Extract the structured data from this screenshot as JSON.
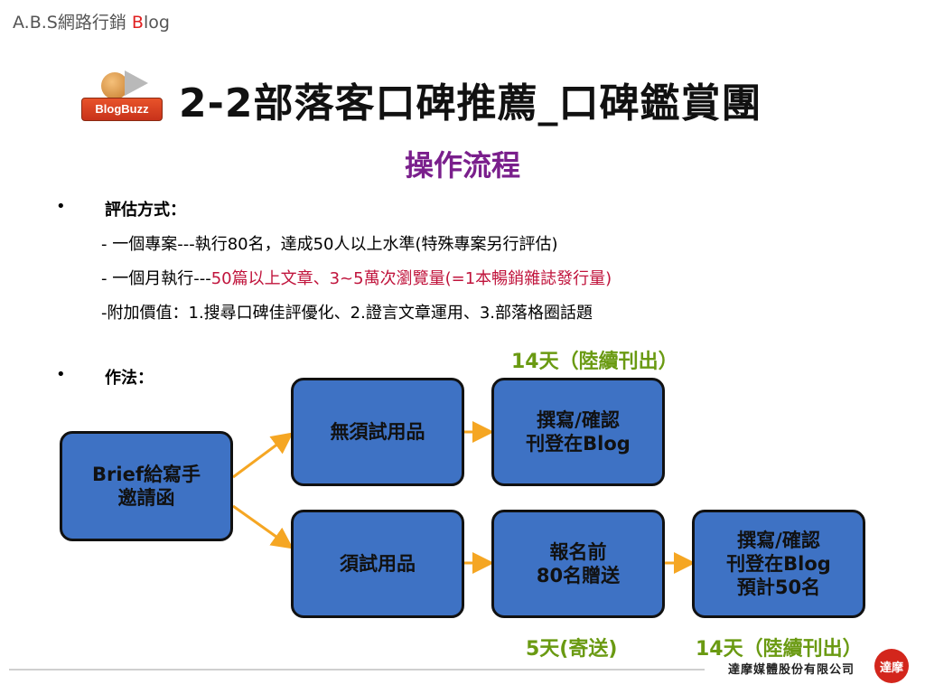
{
  "header": {
    "brand_prefix": "A.B.S網路行銷 ",
    "brand_accent": "B",
    "brand_suffix": "log"
  },
  "logo": {
    "text": "BlogBuzz"
  },
  "title": "2-2部落客口碑推薦_口碑鑑賞團",
  "subtitle": "操作流程",
  "bullets": {
    "mark": "•",
    "evaluation_label": "評估方式：",
    "line1": "- 一個專案---執行80名，達成50人以上水準(特殊專案另行評估)",
    "line2_prefix": "- 一個月執行---",
    "line2_highlight": "50篇以上文章、3~5萬次瀏覽量(=1本暢銷雜誌發行量)",
    "line3": "-附加價值：1.搜尋口碑佳評優化、2.證言文章運用、3.部落格圈話題",
    "method_label": "作法："
  },
  "flow": {
    "start_line1": "Brief給寫手",
    "start_line2": "邀請函",
    "no_trial": "無須試用品",
    "trial": "須試用品",
    "write_line1": "撰寫/確認",
    "write_line2": "刊登在Blog",
    "signup_line1": "報名前",
    "signup_line2": "80名贈送",
    "final_line1": "撰寫/確認",
    "final_line2": "刊登在Blog",
    "final_line3": "預計50名",
    "label_top": "14天（陸續刊出）",
    "label_bottom_mid": "5天(寄送)",
    "label_bottom_right": "14天（陸續刊出）"
  },
  "footer": {
    "company": "達摩媒體股份有限公司",
    "logo_text": "達摩"
  },
  "colors": {
    "box": "#3e72c4",
    "arrow": "#f5a623",
    "subtitle": "#7a1f8c",
    "highlight": "#c0143c",
    "green_label": "#6a9a12"
  }
}
